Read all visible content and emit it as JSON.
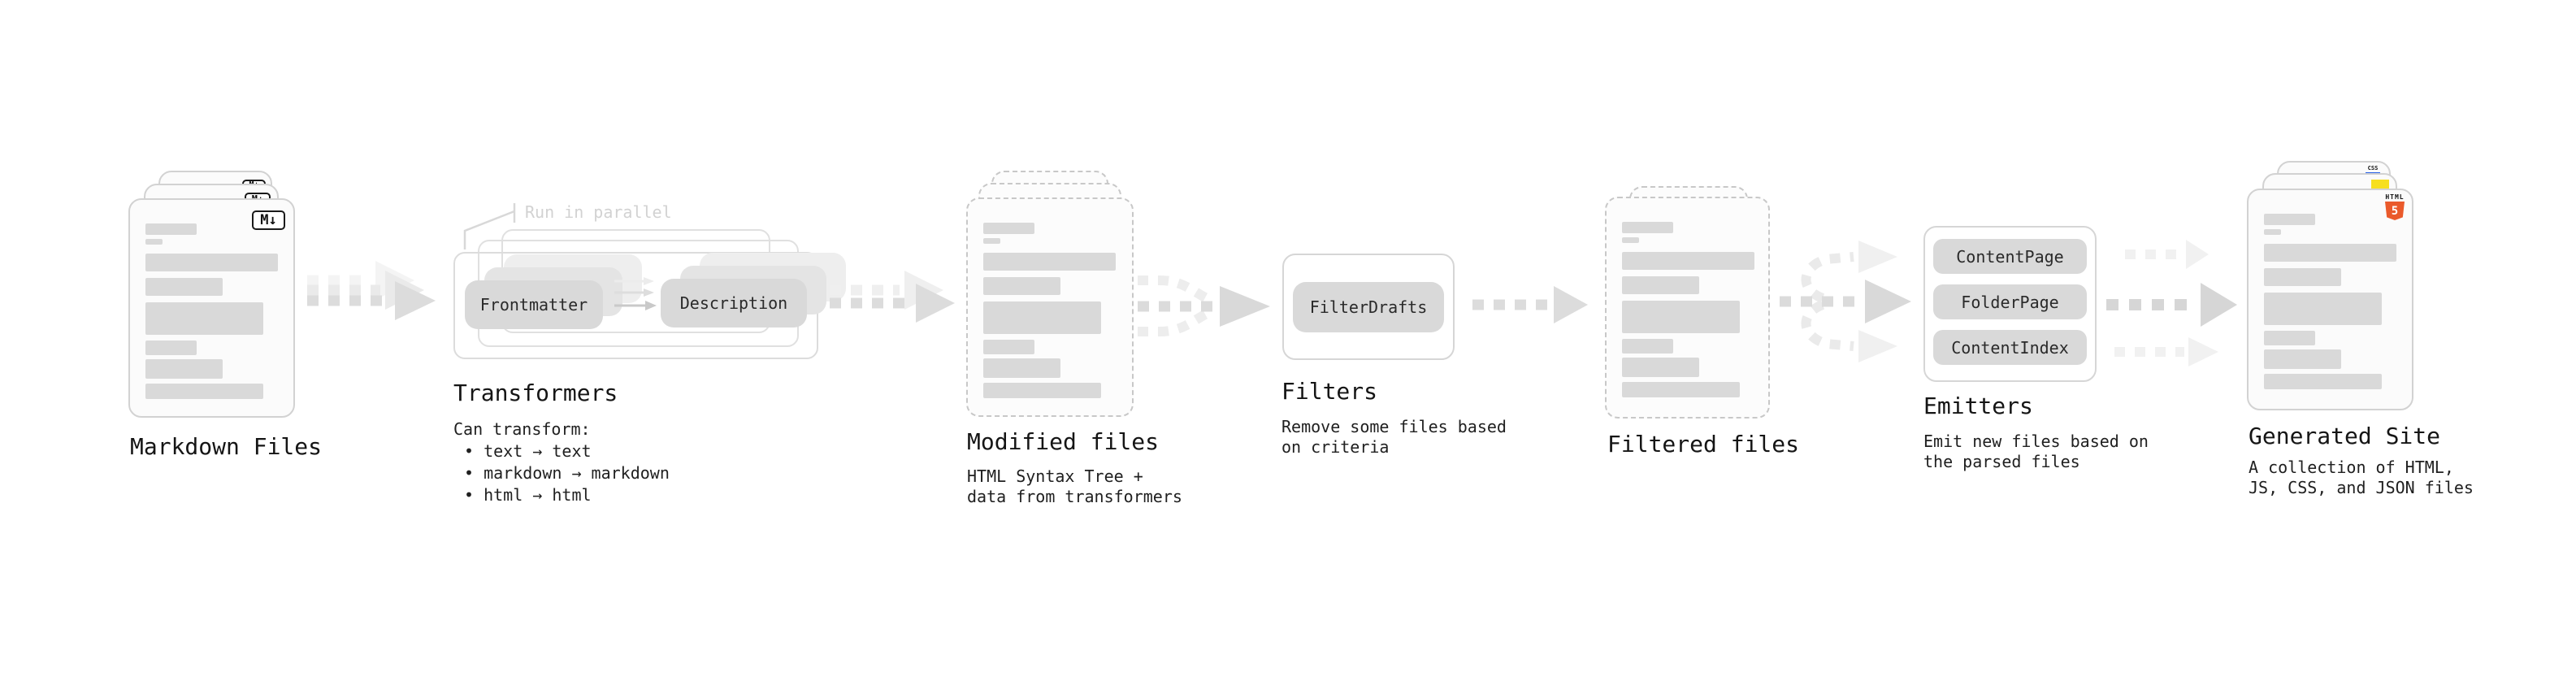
{
  "stages": {
    "markdown_files": {
      "label": "Markdown Files",
      "badge": "M↓"
    },
    "transformers": {
      "label": "Transformers",
      "annotation": "Run in parallel",
      "pill_left": "Frontmatter",
      "pill_right": "Description",
      "desc_title": "Can transform:",
      "bullets": [
        "• text → text",
        "• markdown → markdown",
        "• html → html"
      ]
    },
    "modified_files": {
      "label": "Modified files",
      "desc": [
        "HTML Syntax Tree +",
        "data from transformers"
      ]
    },
    "filters": {
      "label": "Filters",
      "pill": "FilterDrafts",
      "desc": [
        "Remove some files based",
        "on criteria"
      ]
    },
    "filtered_files": {
      "label": "Filtered files"
    },
    "emitters": {
      "label": "Emitters",
      "pills": [
        "ContentPage",
        "FolderPage",
        "ContentIndex"
      ],
      "desc": [
        "Emit new files based on",
        "the parsed files"
      ]
    },
    "generated_site": {
      "label": "Generated Site",
      "badge_css": "CSS",
      "badge_html_title": "HTML",
      "badge_html_number": "5",
      "desc": [
        "A collection of HTML,",
        "JS, CSS, and JSON files"
      ]
    }
  },
  "colors": {
    "background": "#ffffff",
    "card_border": "#d2d2d2",
    "placeholder_bar": "#d9d9d9",
    "pill_fill": "#d9d9d9",
    "arrow_dark": "#dcdcdc",
    "arrow_light": "#f1f1f1",
    "annotation_gray": "#d2d2d2",
    "html5_orange": "#ea5a2b",
    "js_yellow": "#f7df1e",
    "css_blue": "#2760e6",
    "text": "#151515"
  }
}
